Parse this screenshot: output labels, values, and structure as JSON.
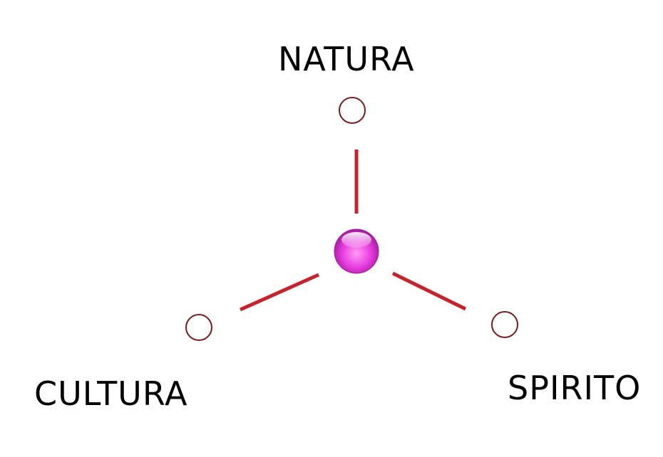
{
  "labels": {
    "natura": "NATURA",
    "cultura": "CULTURA",
    "spirito": "SPIRITO"
  },
  "colors": {
    "connector": "#c8232c",
    "node_outline": "#7a1a1a",
    "center_hub": "#e83be0",
    "text": "#000000"
  }
}
